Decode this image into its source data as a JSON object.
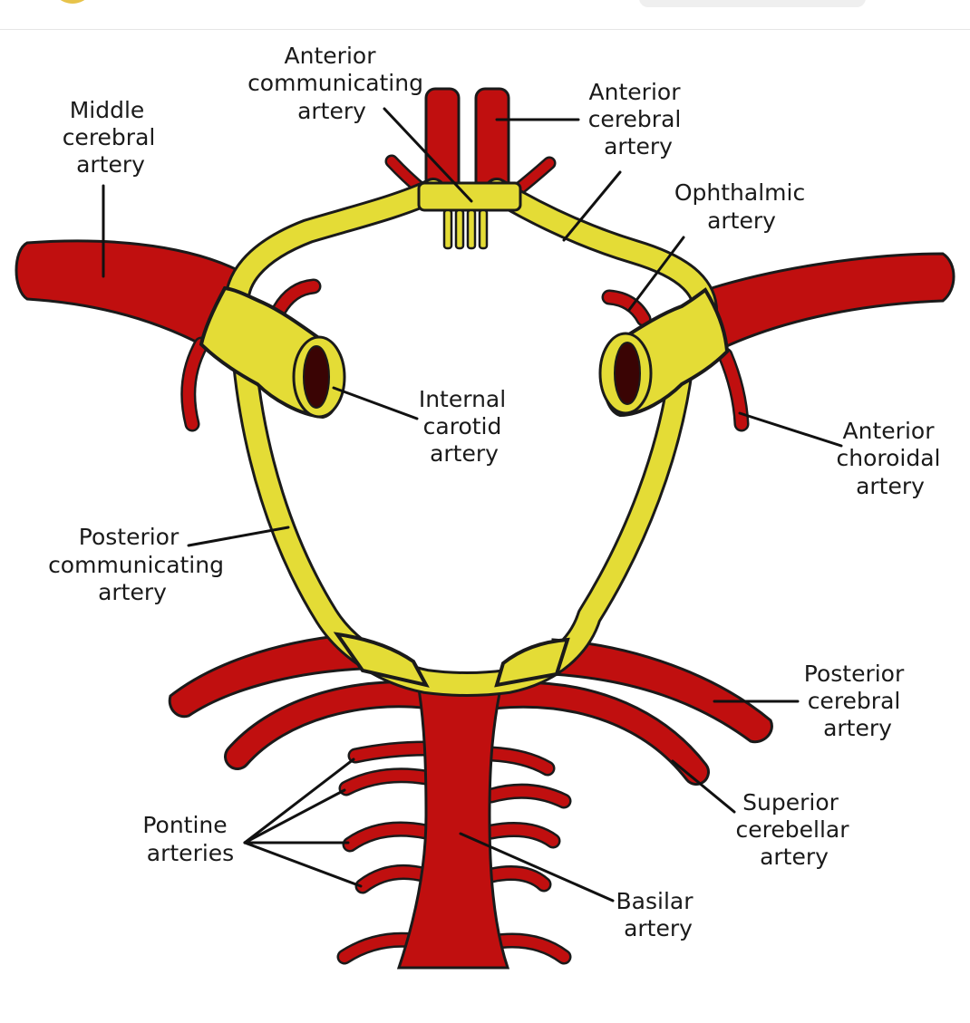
{
  "colors": {
    "artery_red": "#c00f0f",
    "circle_yellow": "#e4dc36",
    "outline": "#1a1a1a",
    "lumen": "#3a0404"
  },
  "labels": {
    "anterior_communicating": [
      "Anterior",
      "communicating",
      "artery"
    ],
    "middle_cerebral": [
      "Middle",
      "cerebral",
      "artery"
    ],
    "anterior_cerebral": [
      "Anterior",
      "cerebral",
      "artery"
    ],
    "ophthalmic": [
      "Ophthalmic",
      "artery"
    ],
    "internal_carotid": [
      "Internal",
      "carotid",
      "artery"
    ],
    "anterior_choroidal": [
      "Anterior",
      "choroidal",
      "artery"
    ],
    "posterior_communicating": [
      "Posterior",
      "communicating",
      "artery"
    ],
    "posterior_cerebral": [
      "Posterior",
      "cerebral",
      "artery"
    ],
    "superior_cerebellar": [
      "Superior",
      "cerebellar",
      "artery"
    ],
    "pontine": [
      "Pontine",
      "arteries"
    ],
    "basilar": [
      "Basilar",
      "artery"
    ]
  }
}
